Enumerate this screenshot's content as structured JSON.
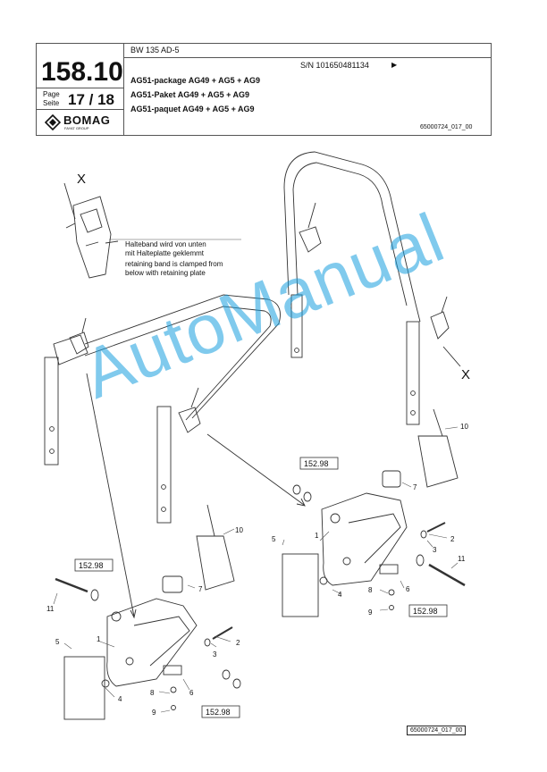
{
  "header": {
    "page_number": "158.10",
    "page_label_en": "Page",
    "page_label_de": "Seite",
    "page_fraction": "17 / 18",
    "model": "BW 135 AD-5",
    "serial": "S/N 101650481134",
    "serial_arrow": "▶",
    "title_en": "AG51-package AG49 + AG5 + AG9",
    "title_de": "AG51-Paket AG49 + AG5 + AG9",
    "title_fr": "AG51-paquet AG49 + AG5 + AG9",
    "drawing_ref": "65000724_017_00",
    "logo_text": "BOMAG",
    "logo_sub": "FAYAT GROUP"
  },
  "diagram": {
    "detail_marker": "X",
    "note_de_1": "Halteband wird von unten",
    "note_de_2": "mit Halteplatte geklemmt",
    "note_en_1": "retaining band is clamped from",
    "note_en_2": "below with retaining plate",
    "ref_box": "152.98",
    "callouts": [
      "1",
      "2",
      "3",
      "4",
      "5",
      "6",
      "7",
      "8",
      "9",
      "10",
      "11"
    ]
  },
  "watermark": "AutoManual",
  "footer_code": "65000724_017_00"
}
